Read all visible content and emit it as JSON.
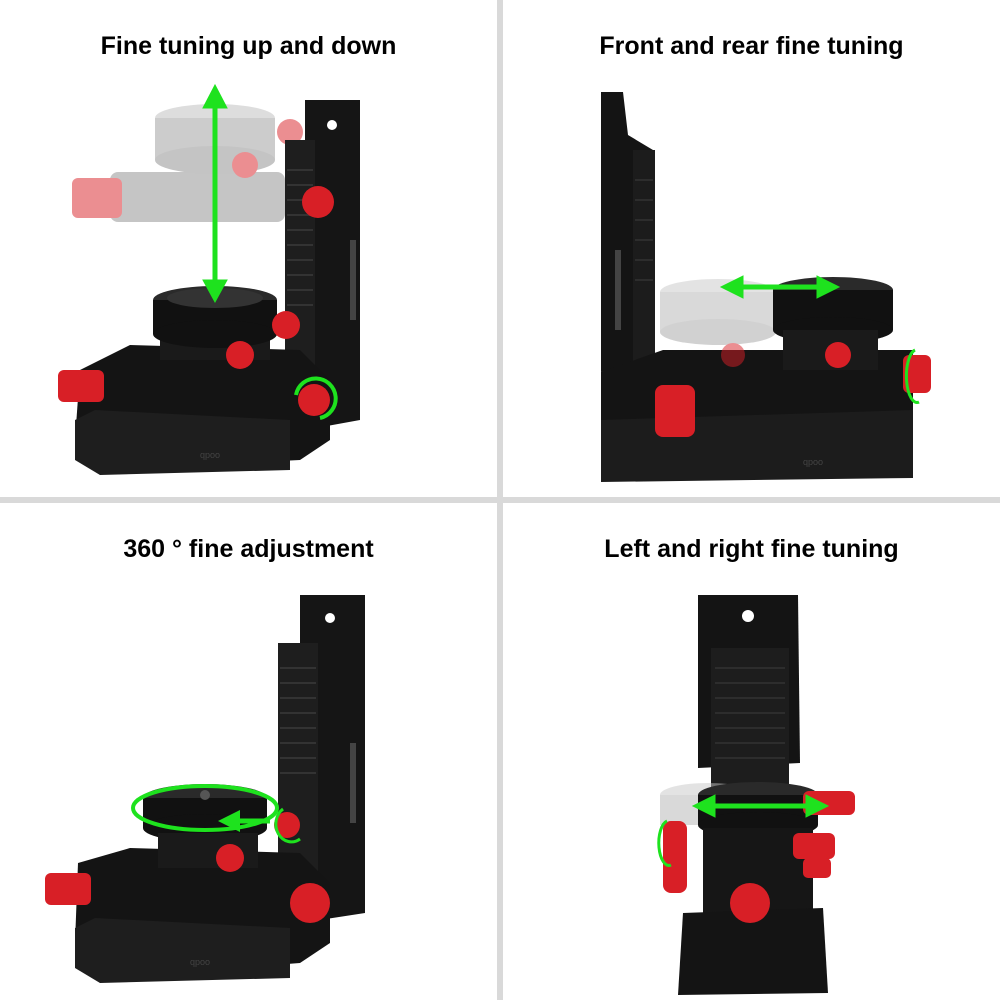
{
  "panels": [
    {
      "caption": "Fine tuning up and down"
    },
    {
      "caption": "Front and rear fine tuning"
    },
    {
      "caption": "360 ° fine adjustment"
    },
    {
      "caption": "Left and right fine tuning"
    }
  ],
  "embossed_text": "qpoo",
  "colors": {
    "background": "#ffffff",
    "divider": "#d9d9d9",
    "device_body": "#141414",
    "knob_red": "#d81f26",
    "arrow_green": "#1ee21e",
    "ghost_gray": "#9a9a9a"
  }
}
